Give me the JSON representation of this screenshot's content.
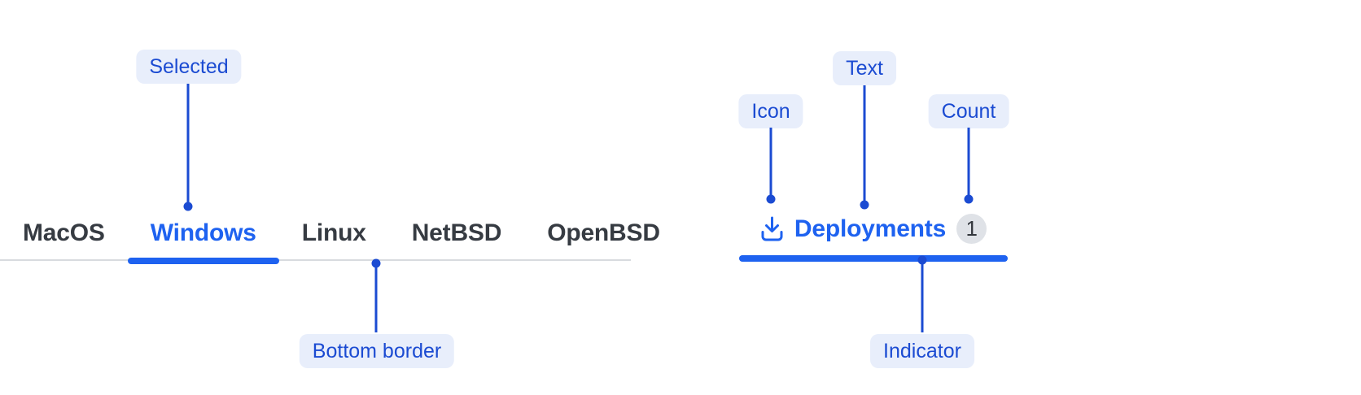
{
  "colors": {
    "accent_blue": "#1E62F0",
    "annotation_blue": "#1B4BD2",
    "annotation_bg": "#E8EEFB",
    "tab_text": "#363B42",
    "border_gray": "#D8DBDF",
    "badge_bg": "#DFE2E7",
    "badge_text": "#33373D"
  },
  "tabs_example": {
    "tabs": [
      {
        "label": "MacOS",
        "selected": false
      },
      {
        "label": "Windows",
        "selected": true
      },
      {
        "label": "Linux",
        "selected": false
      },
      {
        "label": "NetBSD",
        "selected": false
      },
      {
        "label": "OpenBSD",
        "selected": false
      }
    ],
    "callouts": {
      "selected": "Selected",
      "bottom_border": "Bottom border"
    }
  },
  "tab_anatomy": {
    "icon": "download-icon",
    "label": "Deployments",
    "count": "1",
    "callouts": {
      "icon": "Icon",
      "text": "Text",
      "count": "Count",
      "indicator": "Indicator"
    }
  }
}
